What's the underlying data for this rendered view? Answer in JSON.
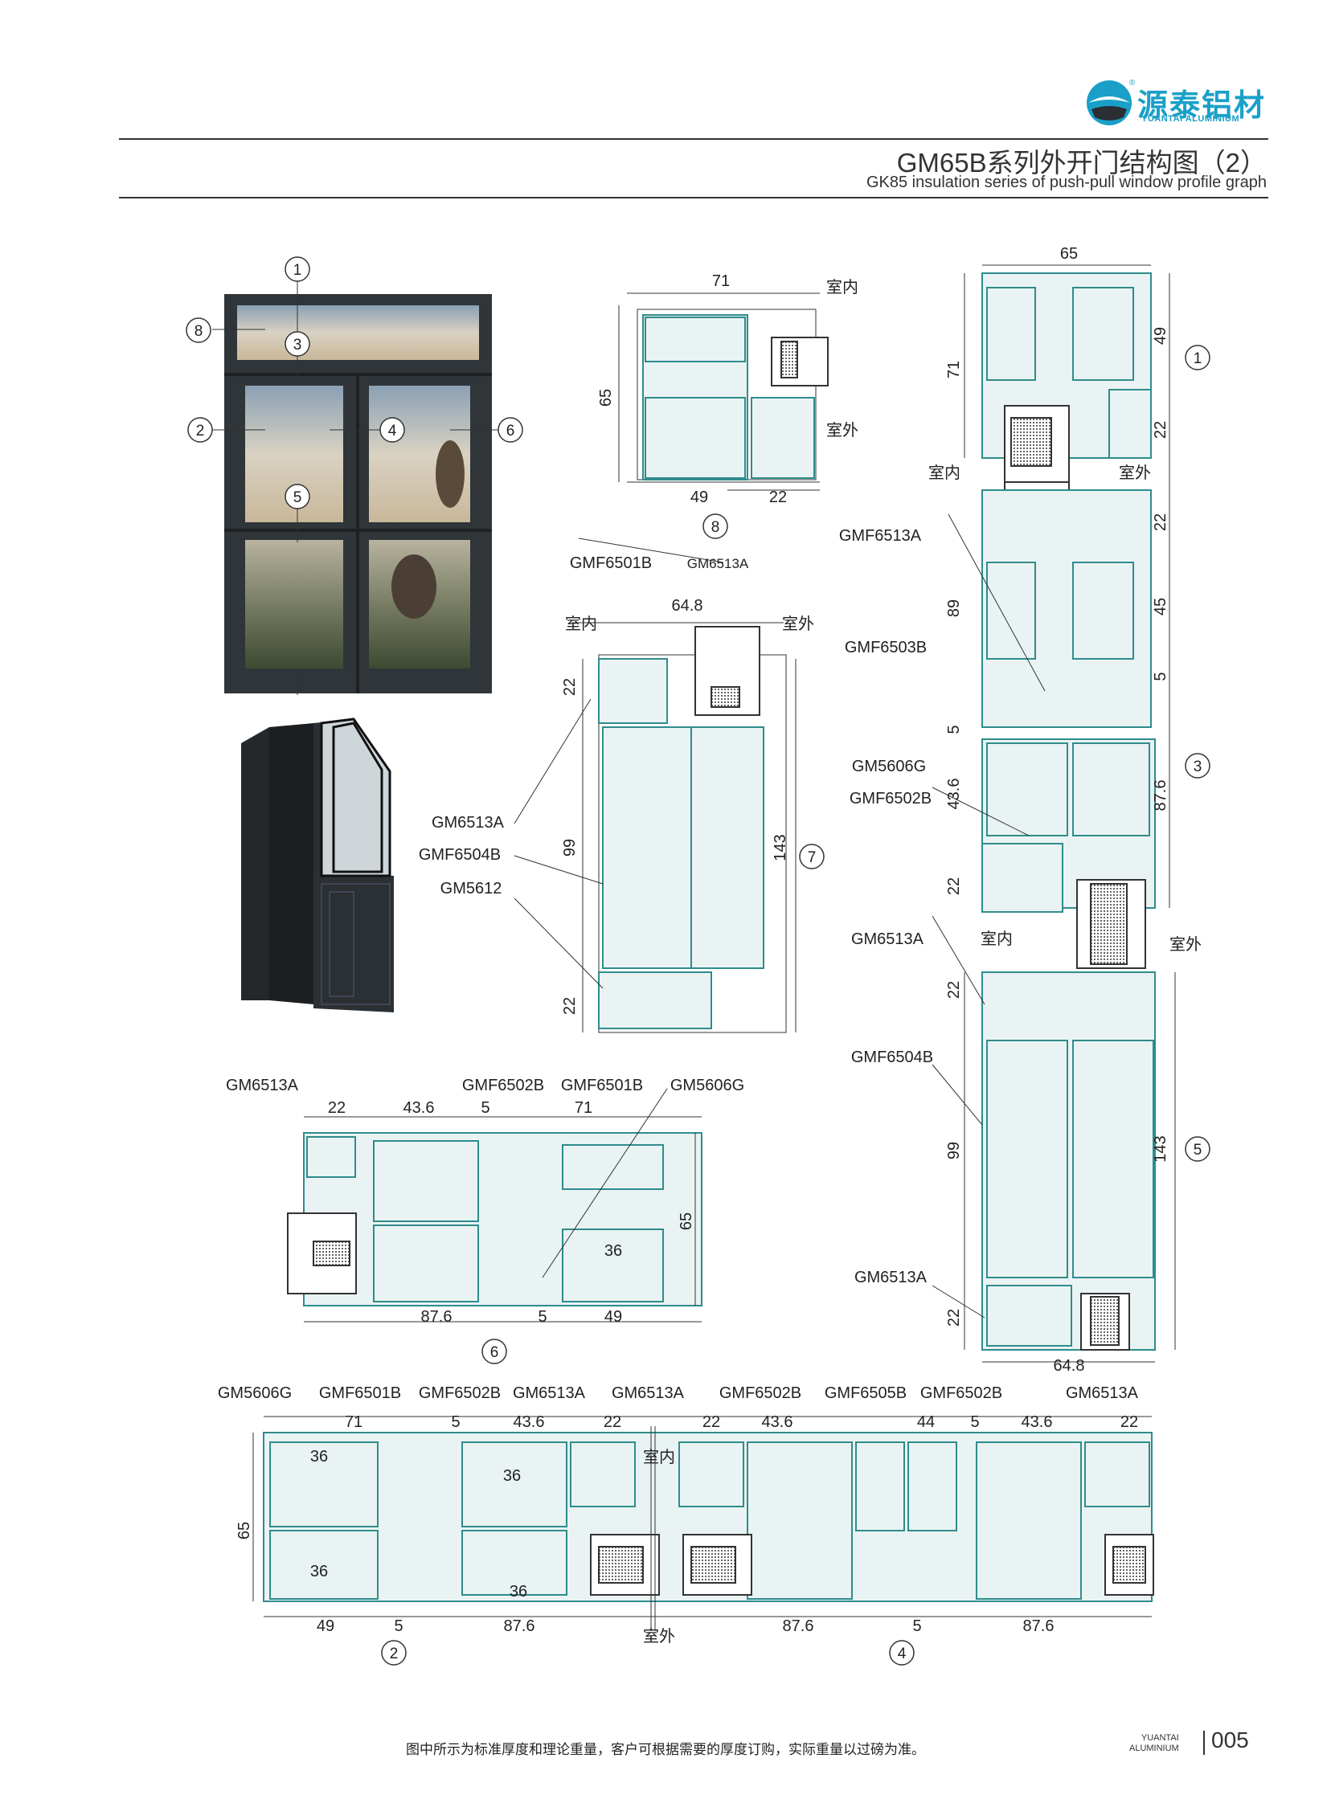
{
  "brand": {
    "name_cn": "源泰铝材",
    "name_en": "YUANTAI ALUMINIUM",
    "registered_mark": "®",
    "colors": {
      "brand": "#1aa0c8",
      "line": "#333333",
      "profile": "#2f8c8c",
      "frame": "#2f3538"
    }
  },
  "header": {
    "title_cn": "GM65B系列外开门结构图（2）",
    "title_en": "GK85 insulation series of push-pull window profile graph"
  },
  "elevation": {
    "callouts": [
      "1",
      "2",
      "3",
      "4",
      "5",
      "6",
      "8"
    ]
  },
  "section_8": {
    "dims": [
      "71",
      "65",
      "49",
      "22"
    ],
    "side_labels": [
      "室内",
      "室外"
    ],
    "parts": [
      "GMF6501B",
      "GM6513A"
    ],
    "callout": "8"
  },
  "section_7": {
    "dims": [
      "64.8",
      "22",
      "99",
      "143",
      "22"
    ],
    "side_labels": [
      "室内",
      "室外"
    ],
    "parts": [
      "GM6513A",
      "GMF6504B",
      "GM5612"
    ],
    "callout": "7"
  },
  "section_right": {
    "dims": [
      "65",
      "49",
      "71",
      "22",
      "22",
      "89",
      "45",
      "5",
      "5",
      "43.6",
      "87.6",
      "22",
      "22",
      "99",
      "143",
      "22",
      "64.8"
    ],
    "side_labels": [
      "室内",
      "室外",
      "室内",
      "室外"
    ],
    "parts": [
      "GMF6513A",
      "GMF6503B",
      "GM5606G",
      "GMF6502B",
      "GM6513A",
      "GMF6504B",
      "GM6513A"
    ],
    "callouts": [
      "1",
      "3",
      "5"
    ]
  },
  "section_6": {
    "parts": [
      "GM6513A",
      "GMF6502B",
      "GMF6501B",
      "GM5606G"
    ],
    "dims": [
      "22",
      "43.6",
      "5",
      "71",
      "65",
      "36",
      "87.6",
      "5",
      "49"
    ],
    "callout": "6"
  },
  "section_bottom": {
    "parts": [
      "GM5606G",
      "GMF6501B",
      "GMF6502B",
      "GM6513A",
      "GM6513A",
      "GMF6502B",
      "GMF6505B",
      "GMF6502B",
      "GM6513A"
    ],
    "dims": [
      "71",
      "5",
      "43.6",
      "22",
      "22",
      "43.6",
      "44",
      "5",
      "43.6",
      "22",
      "36",
      "36",
      "36",
      "36",
      "65",
      "49",
      "5",
      "87.6",
      "87.6",
      "5",
      "87.6"
    ],
    "side_labels": [
      "室内",
      "室外"
    ],
    "callouts": [
      "2",
      "4"
    ]
  },
  "footer": {
    "note": "图中所示为标准厚度和理论重量，客户可根据需要的厚度订购，实际重量以过磅为准。",
    "brand_line1": "YUANTAI",
    "brand_line2": "ALUMINIUM",
    "page": "005"
  }
}
